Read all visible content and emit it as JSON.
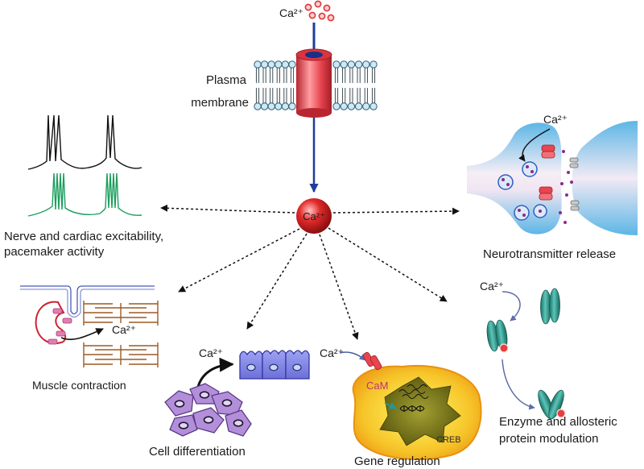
{
  "ion_label": "Ca²⁺",
  "membrane": {
    "line1": "Plasma",
    "line2": "membrane"
  },
  "center_label": "Ca²⁺",
  "outcomes": {
    "excitability": {
      "line1": "Nerve and cardiac excitability,",
      "line2": "pacemaker activity"
    },
    "neurotransmitter": {
      "label": "Neurotransmitter release",
      "ion": "Ca²⁺"
    },
    "muscle": {
      "label": "Muscle contraction",
      "ion": "Ca²⁺"
    },
    "differentiation": {
      "label": "Cell differentiation",
      "ion": "Ca²⁺"
    },
    "gene": {
      "label": "Gene regulation",
      "ion": "Ca²⁺",
      "calmodulin": "CaM",
      "transcription_factor": "CREB"
    },
    "enzyme": {
      "line1": "Enzyme and allosteric",
      "line2": "protein modulation",
      "ion": "Ca²⁺"
    }
  },
  "colors": {
    "calcium": "#e23b3b",
    "channel": "#e8454f",
    "membrane_head": "#cfe8f3",
    "signal_arrow": "#1f3d9a",
    "excitability_trace_1": "#111111",
    "excitability_trace_2": "#1a9e5c"
  }
}
